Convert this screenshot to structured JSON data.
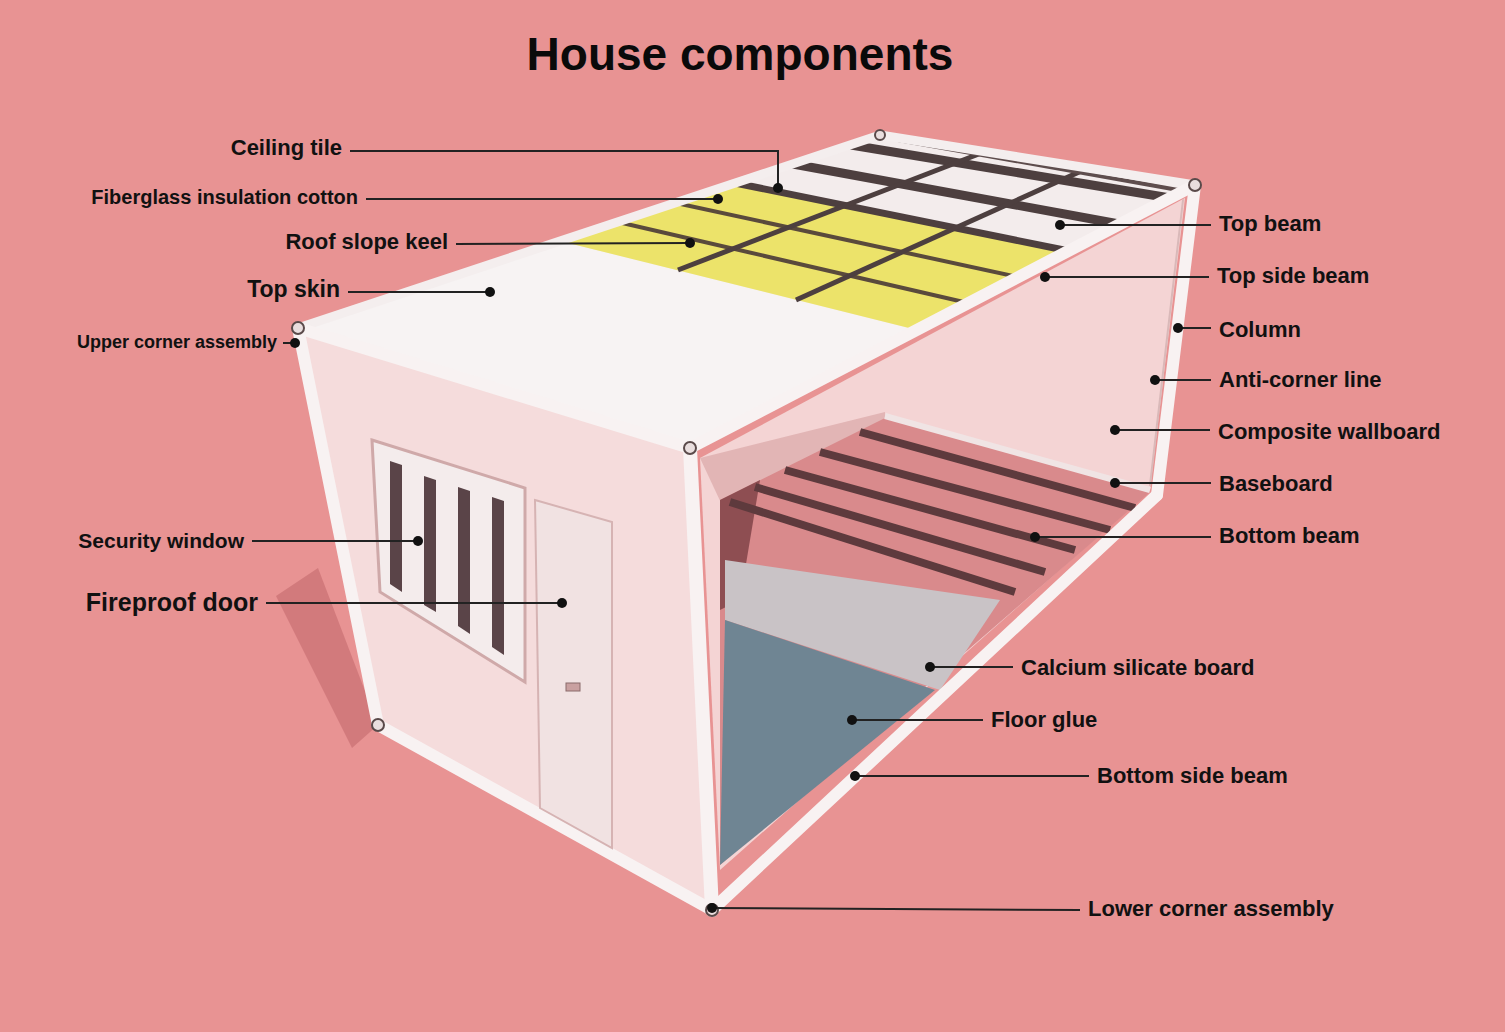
{
  "diagram": {
    "title": "House components",
    "labels": [
      "Ceiling tile",
      "Fiberglass insulation cotton",
      "Roof slope keel",
      "Top skin",
      "Upper corner assembly",
      "Security window",
      "Fireproof door",
      "Top beam",
      "Top side beam",
      "Column",
      "Anti-corner line",
      "Composite wallboard",
      "Baseboard",
      "Bottom beam",
      "Calcium silicate board",
      "Floor glue",
      "Bottom side beam",
      "Lower corner assembly"
    ]
  }
}
